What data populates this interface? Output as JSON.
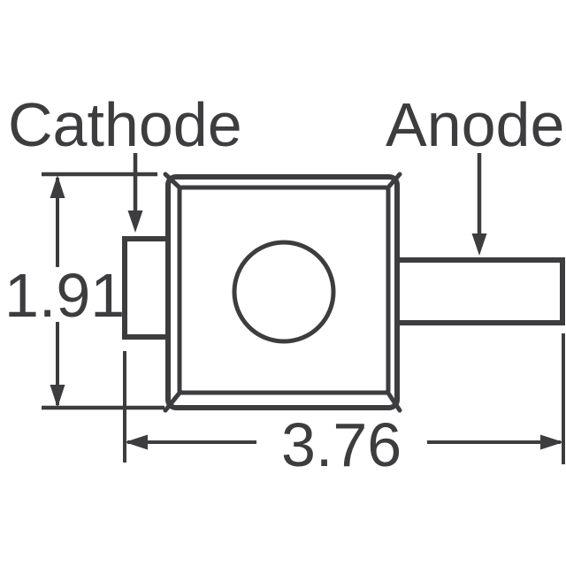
{
  "drawing": {
    "labels": {
      "cathode": "Cathode",
      "anode": "Anode"
    },
    "dimensions": {
      "height_value": "1.91",
      "width_value": "3.76"
    },
    "icons": {
      "pointer_arrows": "down-arrow-icon",
      "dimension_arrows": "double-ended-dimension-arrow"
    },
    "colors": {
      "line": "#3d3d3f",
      "background": "#ffffff"
    }
  }
}
